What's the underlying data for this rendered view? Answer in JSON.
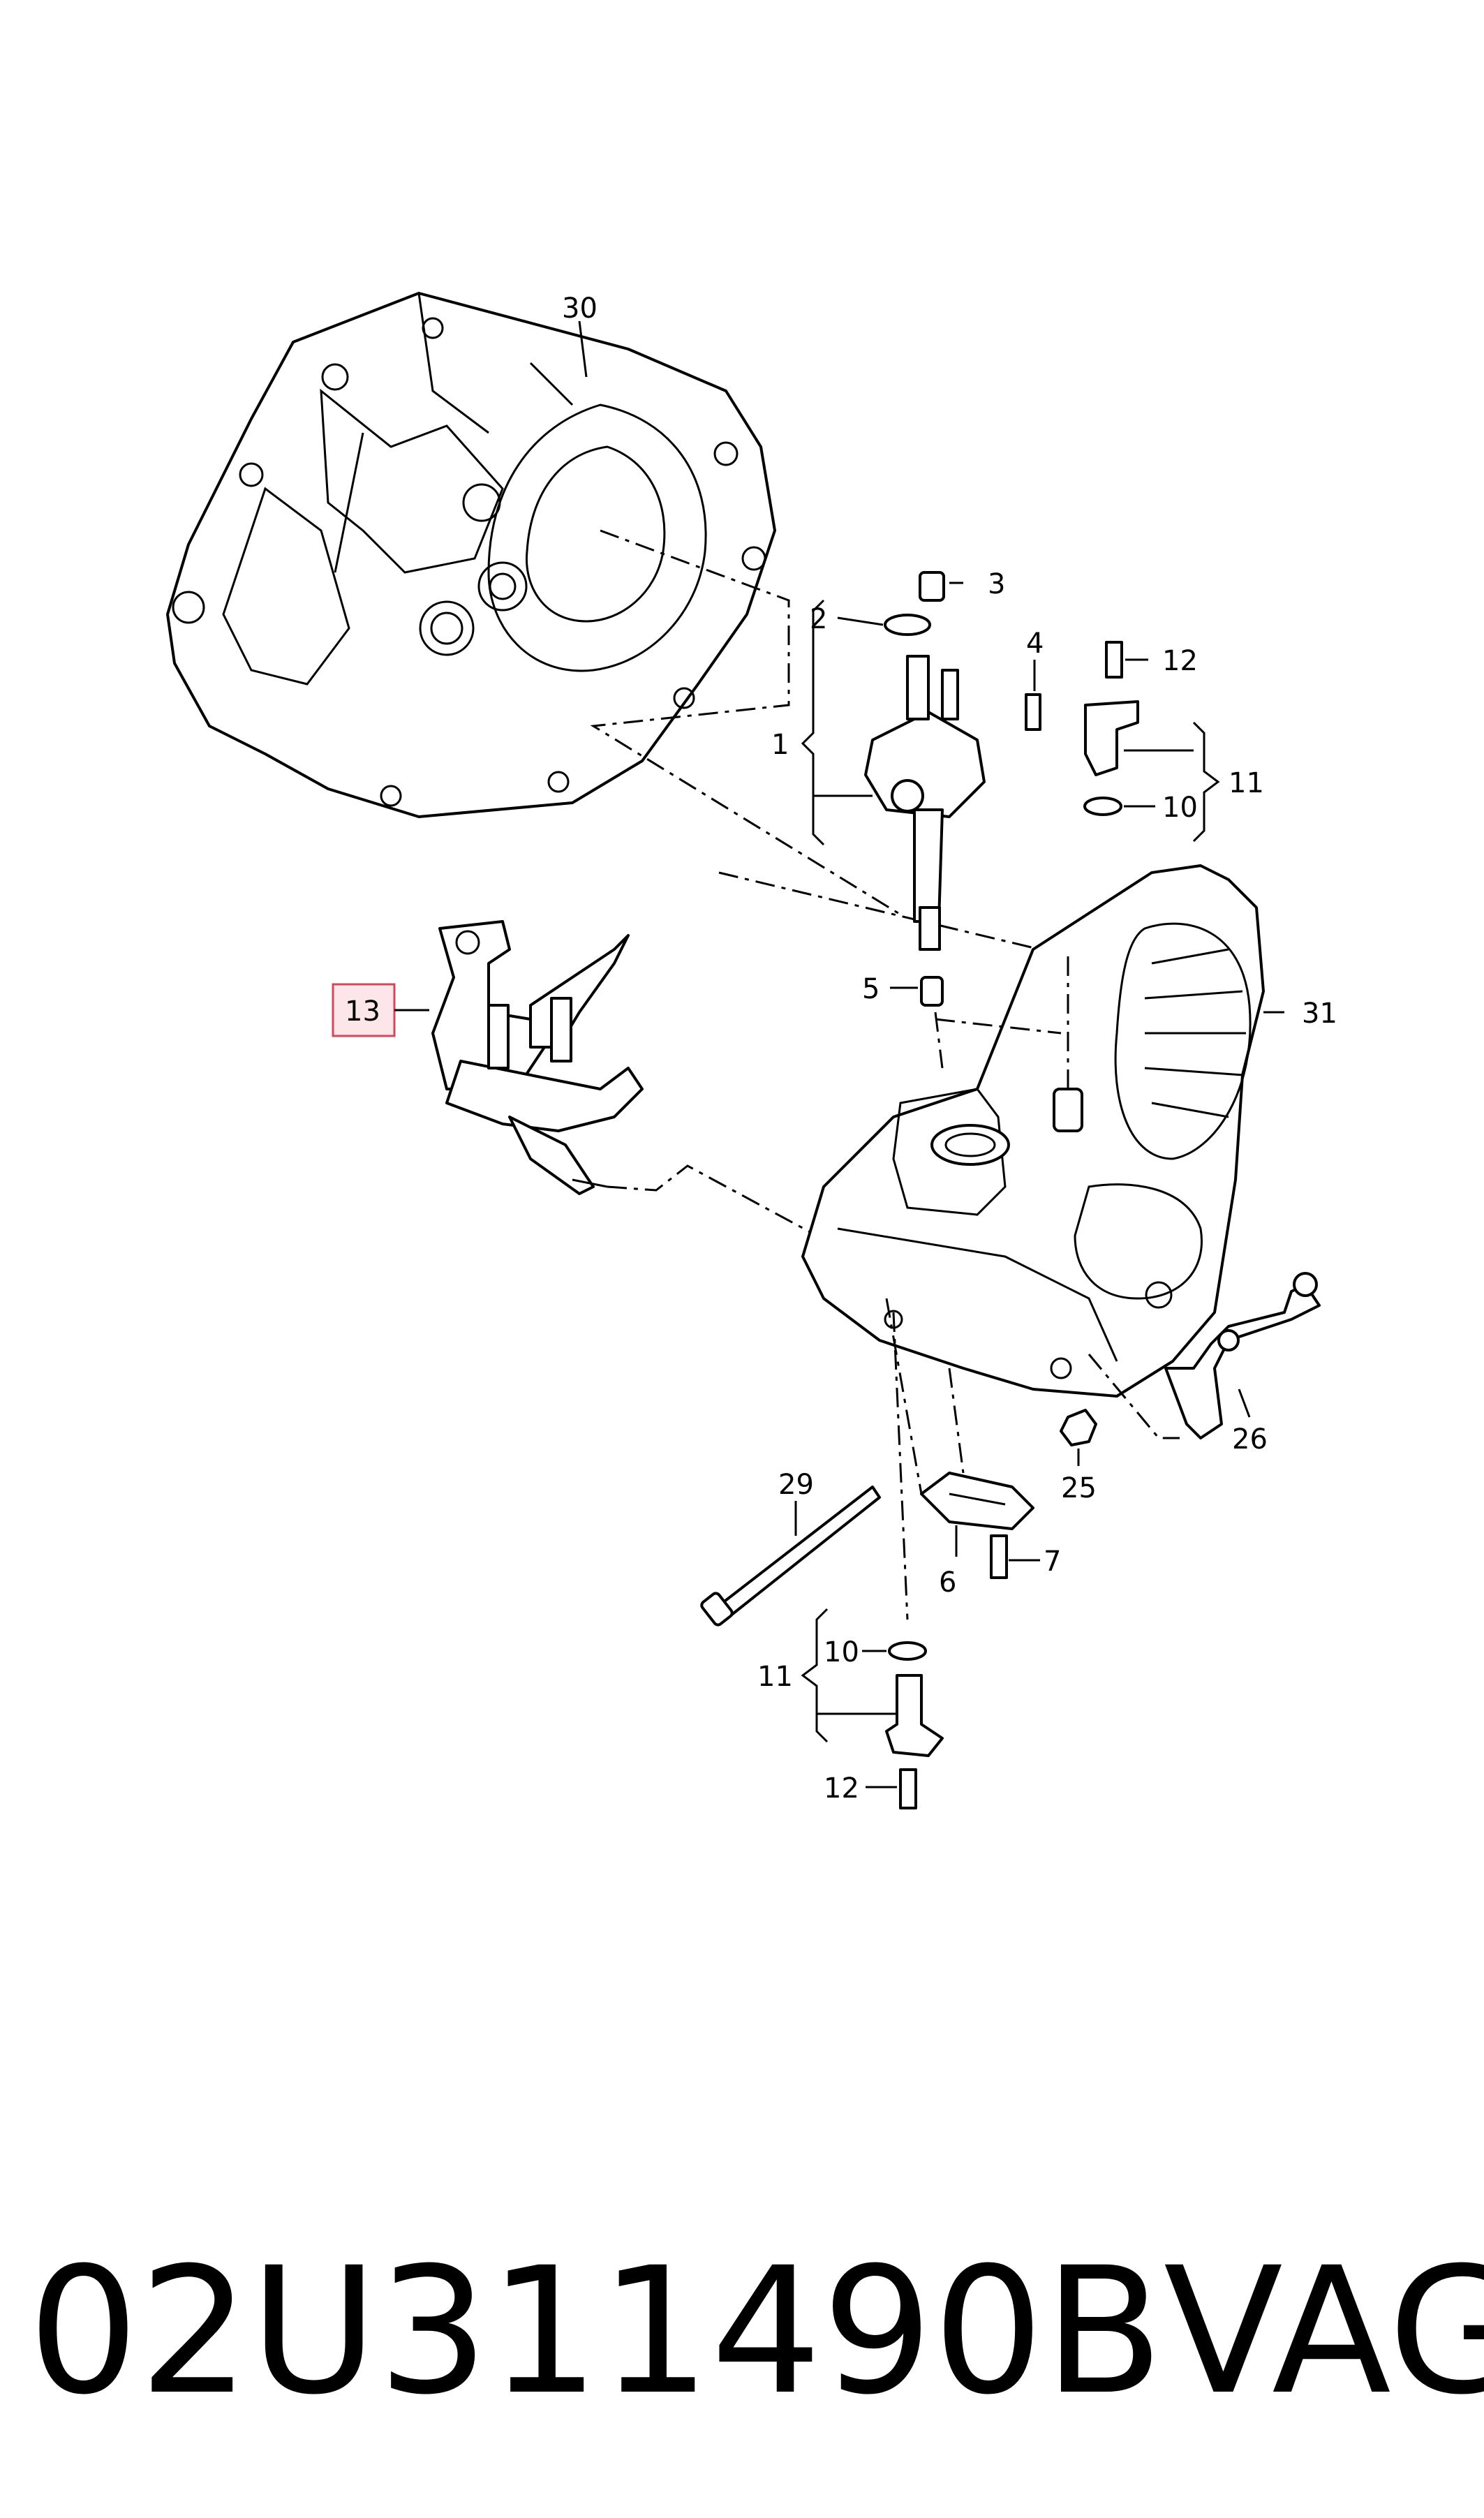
{
  "callouts": {
    "c30": "30",
    "c3": "3",
    "c2": "2",
    "c4": "4",
    "c12a": "12",
    "c1": "1",
    "c11a": "11",
    "c10a": "10",
    "c5": "5",
    "c13": "13",
    "c31": "31",
    "c29": "29",
    "c25": "25",
    "c26": "26",
    "c6": "6",
    "c7": "7",
    "c10b": "10",
    "c11b": "11",
    "c12b": "12"
  },
  "caption": {
    "part_number": "02U311490B",
    "brand": "VAG"
  },
  "colors": {
    "highlight_fill": "#fde6ea",
    "highlight_stroke": "#d4485a",
    "ink": "#000000"
  }
}
